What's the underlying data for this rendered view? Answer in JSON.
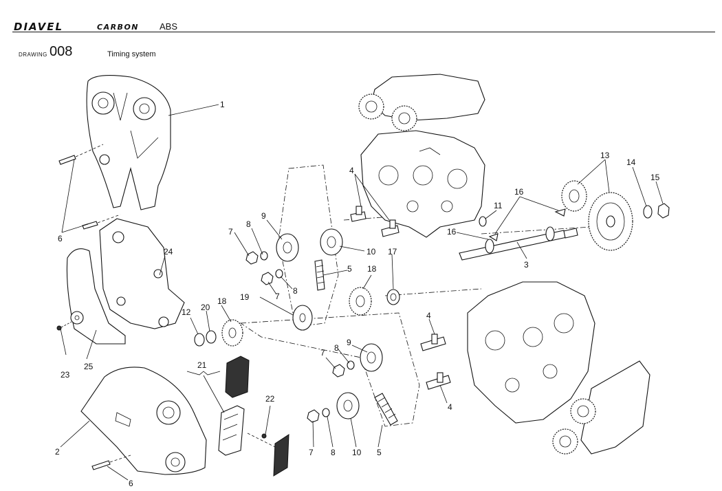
{
  "header": {
    "brand": "DIAVEL",
    "model": "CARBON",
    "variant": "ABS",
    "drawing_label": "DRAWING",
    "drawing_number": "008",
    "drawing_title": "Timing system"
  },
  "callouts": [
    {
      "id": "c1",
      "text": "1"
    },
    {
      "id": "c2",
      "text": "2"
    },
    {
      "id": "c3",
      "text": "3"
    },
    {
      "id": "c4a",
      "text": "4"
    },
    {
      "id": "c4b",
      "text": "4"
    },
    {
      "id": "c4c",
      "text": "4"
    },
    {
      "id": "c5a",
      "text": "5"
    },
    {
      "id": "c5b",
      "text": "5"
    },
    {
      "id": "c6a",
      "text": "6"
    },
    {
      "id": "c6b",
      "text": "6"
    },
    {
      "id": "c7a",
      "text": "7"
    },
    {
      "id": "c7b",
      "text": "7"
    },
    {
      "id": "c7c",
      "text": "7"
    },
    {
      "id": "c7d",
      "text": "7"
    },
    {
      "id": "c8a",
      "text": "8"
    },
    {
      "id": "c8b",
      "text": "8"
    },
    {
      "id": "c8c",
      "text": "8"
    },
    {
      "id": "c8d",
      "text": "8"
    },
    {
      "id": "c9a",
      "text": "9"
    },
    {
      "id": "c9b",
      "text": "9"
    },
    {
      "id": "c10a",
      "text": "10"
    },
    {
      "id": "c10b",
      "text": "10"
    },
    {
      "id": "c11",
      "text": "11"
    },
    {
      "id": "c12",
      "text": "12"
    },
    {
      "id": "c13",
      "text": "13"
    },
    {
      "id": "c14",
      "text": "14"
    },
    {
      "id": "c15",
      "text": "15"
    },
    {
      "id": "c16a",
      "text": "16"
    },
    {
      "id": "c16b",
      "text": "16"
    },
    {
      "id": "c17",
      "text": "17"
    },
    {
      "id": "c18a",
      "text": "18"
    },
    {
      "id": "c18b",
      "text": "18"
    },
    {
      "id": "c19",
      "text": "19"
    },
    {
      "id": "c20",
      "text": "20"
    },
    {
      "id": "c21",
      "text": "21"
    },
    {
      "id": "c22",
      "text": "22"
    },
    {
      "id": "c23",
      "text": "23"
    },
    {
      "id": "c24",
      "text": "24"
    },
    {
      "id": "c25",
      "text": "25"
    }
  ]
}
